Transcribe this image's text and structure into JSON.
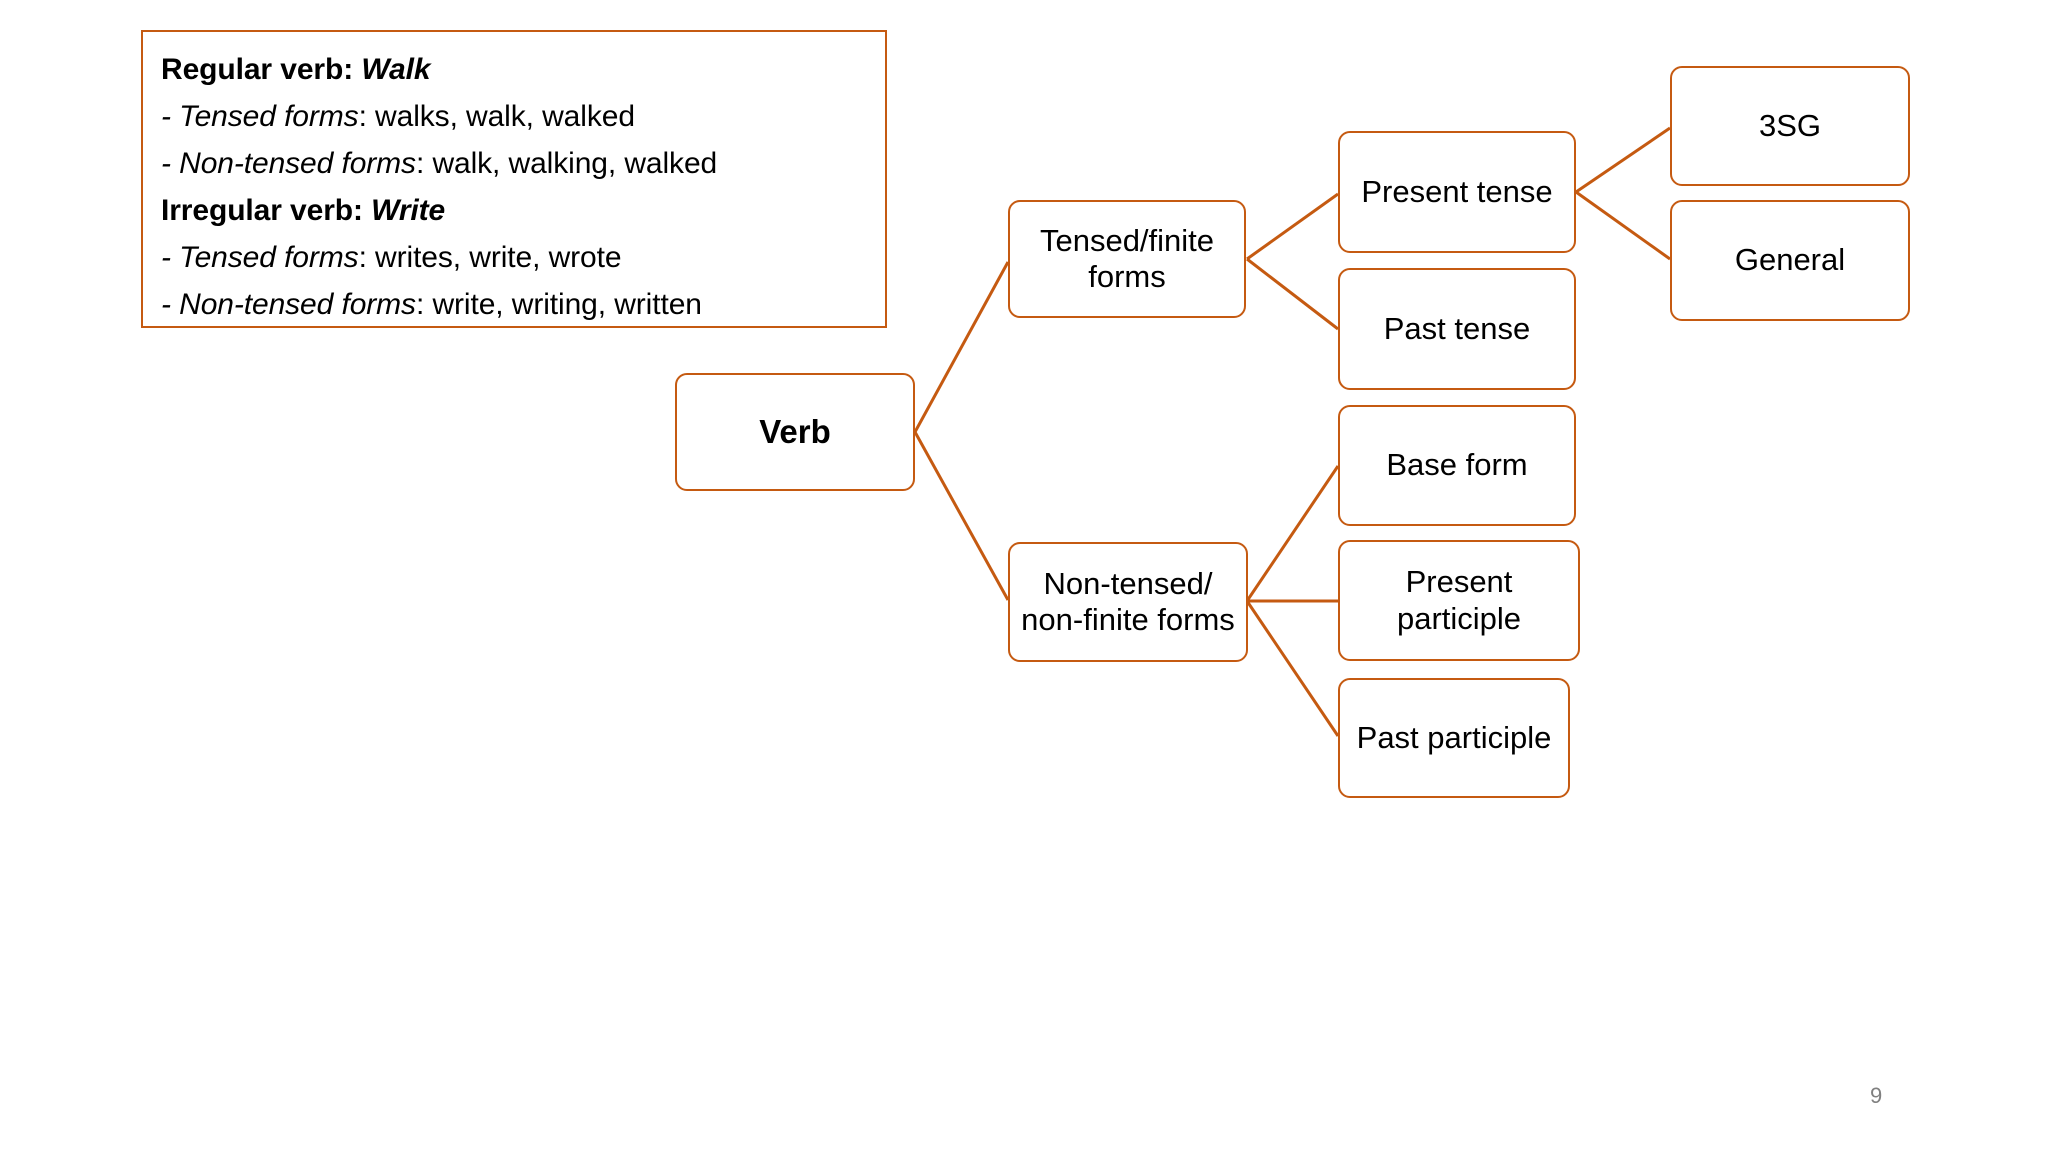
{
  "slide": {
    "page_number": "9",
    "accent_color": "#C55A11",
    "background": "#ffffff",
    "text_color": "#000000",
    "page_number_color": "#808080"
  },
  "legend": {
    "lines": [
      {
        "head": "Regular verb: ",
        "head_italic": "Walk",
        "label": "",
        "rest": ""
      },
      {
        "head": "",
        "head_italic": "",
        "label": "- Tensed forms",
        "rest": ": walks, walk, walked"
      },
      {
        "head": "",
        "head_italic": "",
        "label": "- Non-tensed forms",
        "rest": ": walk, walking, walked"
      },
      {
        "head": "Irregular verb: ",
        "head_italic": "Write",
        "label": "",
        "rest": ""
      },
      {
        "head": "",
        "head_italic": "",
        "label": "- Tensed forms",
        "rest": ": writes, write, wrote"
      },
      {
        "head": "",
        "head_italic": "",
        "label": "- Non-tensed forms",
        "rest": ": write, writing, written"
      }
    ]
  },
  "diagram": {
    "type": "tree",
    "root": {
      "label": "Verb"
    },
    "level2": [
      {
        "label": "Tensed/finite forms"
      },
      {
        "label": "Non-tensed/ non-finite forms"
      }
    ],
    "level3": [
      {
        "label": "Present tense"
      },
      {
        "label": "Past tense"
      },
      {
        "label": "Base form"
      },
      {
        "label": "Present participle"
      },
      {
        "label": "Past participle"
      }
    ],
    "level4": [
      {
        "label": "3SG"
      },
      {
        "label": "General"
      }
    ]
  }
}
